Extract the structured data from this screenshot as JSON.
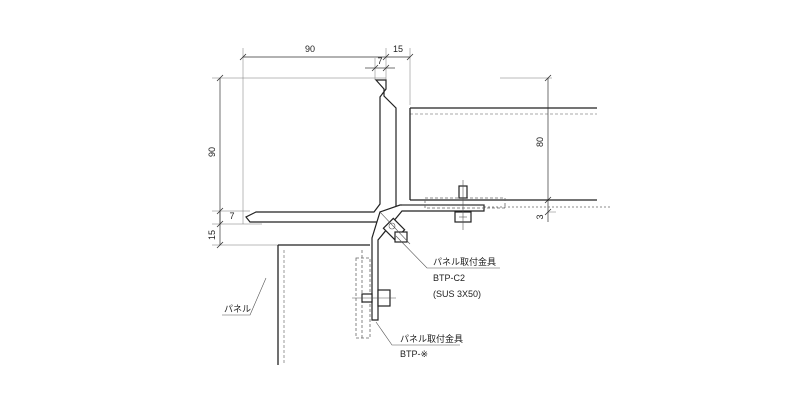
{
  "dimensions": {
    "top_width": "90",
    "top_gap": "15",
    "top_thickness": "7",
    "left_height": "90",
    "left_thickness": "7",
    "left_gap": "15",
    "right_height": "80",
    "right_offset": "3"
  },
  "callouts": {
    "bracket_main": {
      "name": "パネル取付金具",
      "code": "BTP-C2",
      "spec": "(SUS 3X50)"
    },
    "bracket_small": {
      "name": "パネル取付金具",
      "code": "BTP-※"
    },
    "panel": "パネル"
  }
}
